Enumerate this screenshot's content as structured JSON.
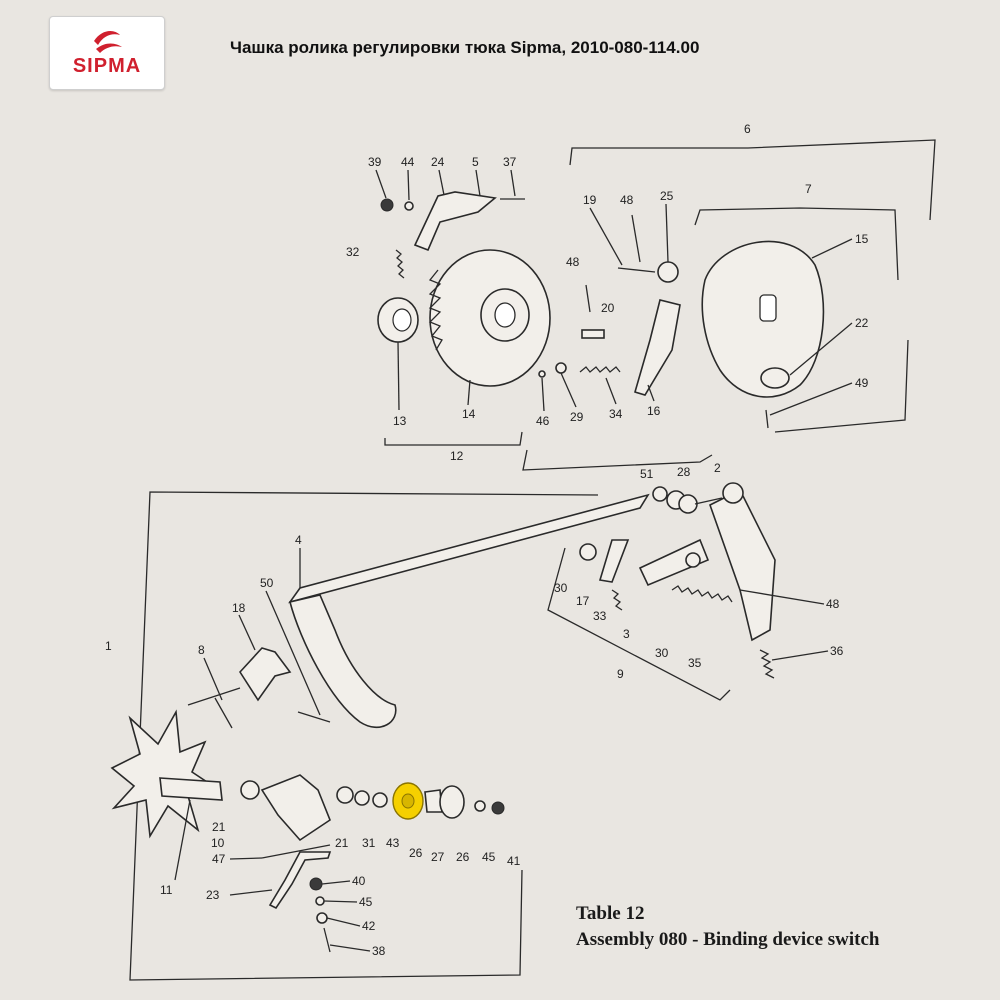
{
  "header": {
    "logo_text": "SIPMA",
    "title": "Чашка ролика регулировки тюка Sipma, 2010-080-114.00"
  },
  "caption": {
    "line1": "Table 12",
    "line2": "Assembly 080 - Binding device switch"
  },
  "colors": {
    "logo_red": "#d0202e",
    "highlight": "#f5d000",
    "paper": "#e9e6e1"
  },
  "highlighted_part": "26",
  "labels": {
    "l39": "39",
    "l44": "44",
    "l24": "24",
    "l5": "5",
    "l37": "37",
    "l6": "6",
    "l7": "7",
    "l19": "19",
    "l48a": "48",
    "l25": "25",
    "l15": "15",
    "l32": "32",
    "l48b": "48",
    "l20": "20",
    "l22": "22",
    "l49": "49",
    "l13": "13",
    "l14": "14",
    "l46": "46",
    "l29": "29",
    "l34": "34",
    "l16": "16",
    "l12": "12",
    "l51": "51",
    "l28": "28",
    "l2": "2",
    "l4": "4",
    "l50": "50",
    "l18": "18",
    "l1": "1",
    "l8": "8",
    "l30a": "30",
    "l17": "17",
    "l33": "33",
    "l48c": "48",
    "l3": "3",
    "l30b": "30",
    "l35": "35",
    "l9": "9",
    "l36": "36",
    "l21a": "21",
    "l10": "10",
    "l21b": "21",
    "l31": "31",
    "l43": "43",
    "l26a": "26",
    "l27": "27",
    "l26b": "26",
    "l45a": "45",
    "l41": "41",
    "l47": "47",
    "l11": "11",
    "l23": "23",
    "l40": "40",
    "l45b": "45",
    "l42": "42",
    "l38": "38"
  }
}
